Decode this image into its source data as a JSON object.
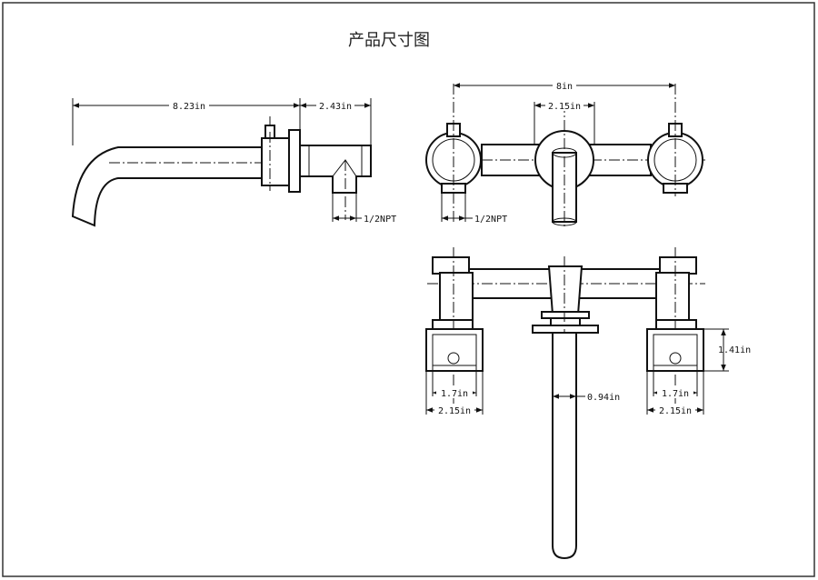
{
  "title": "产品尺寸图",
  "side_view": {
    "spout_length": "8.23in",
    "body_length": "2.43in",
    "inlet_thread": "1/2NPT"
  },
  "front_view": {
    "handle_spacing": "8in",
    "spout_flange_width": "2.15in",
    "inlet_thread": "1/2NPT"
  },
  "top_view": {
    "left_plate_inner": "1.7in",
    "left_plate_outer": "2.15in",
    "right_plate_inner": "1.7in",
    "right_plate_outer": "2.15in",
    "plate_height": "1.41in",
    "spout_diameter": "0.94in"
  }
}
